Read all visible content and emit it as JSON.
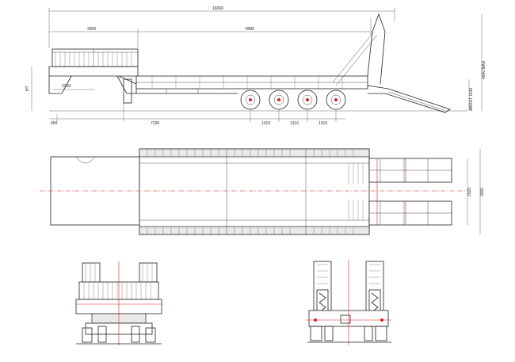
{
  "dimensions": {
    "overall_length": "16000",
    "gooseneck_length": "3300",
    "deck_length": "8985",
    "kingpin_offset": "2300",
    "front_overhang": "450",
    "kingpin_to_axle": "7230",
    "axle_spacing_1": "1310",
    "axle_spacing_2": "1310",
    "axle_spacing_3": "1310",
    "overall_height": "4000 MAX",
    "ramp_height": "ABOUT 1140",
    "side_height": "HT",
    "inner_width": "2520",
    "overall_width": "3000"
  },
  "colors": {
    "line": "#222222",
    "centerline": "#dd2222"
  }
}
